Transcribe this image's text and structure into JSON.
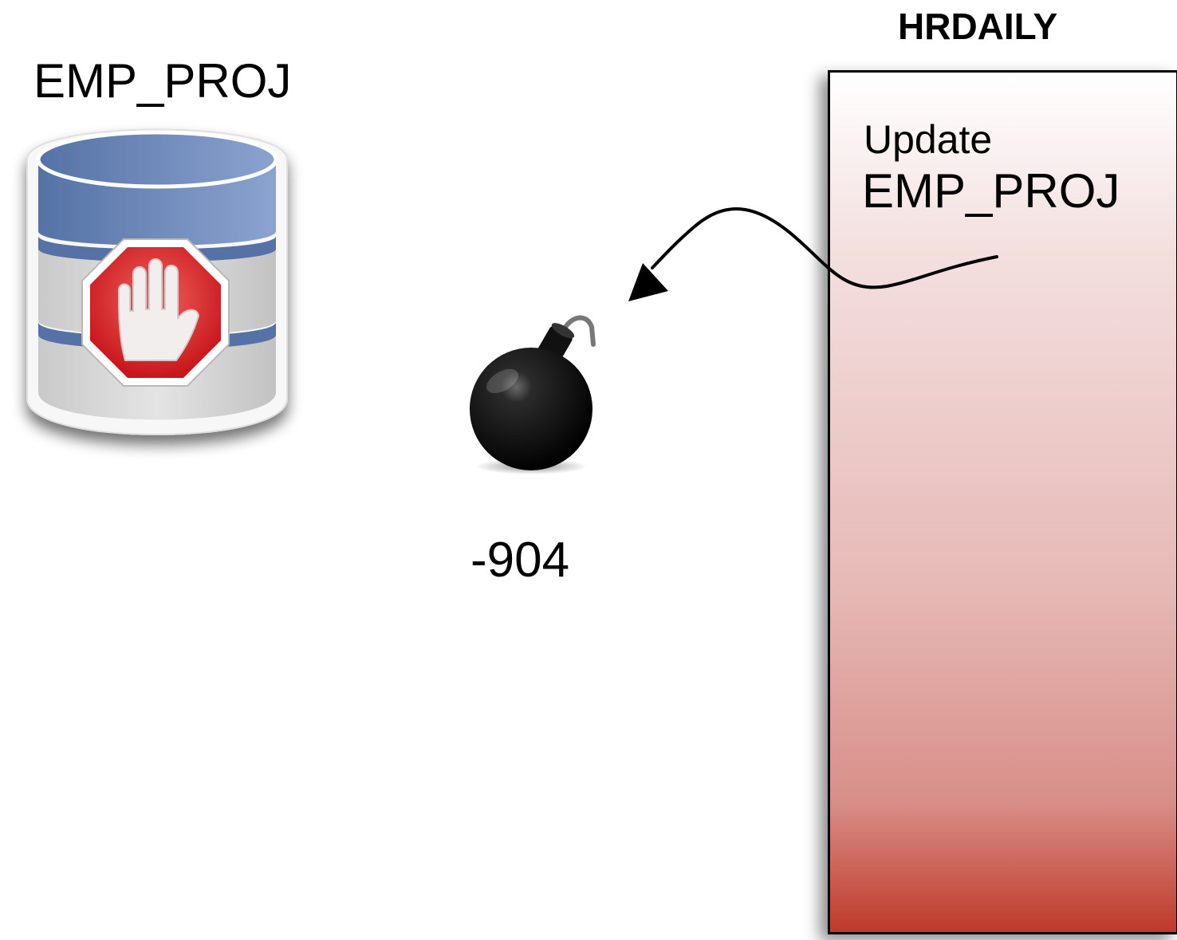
{
  "database": {
    "name": "EMP_PROJ",
    "icon": "database-stop-icon"
  },
  "job": {
    "name": "HRDAILY",
    "step_verb": "Update",
    "step_object": "EMP_PROJ",
    "colors": {
      "top": "#ffffff",
      "bottom": "#c0392b"
    }
  },
  "failure": {
    "icon": "bomb-icon",
    "sqlcode": "-904"
  },
  "connector": {
    "icon": "curved-arrow-icon"
  }
}
